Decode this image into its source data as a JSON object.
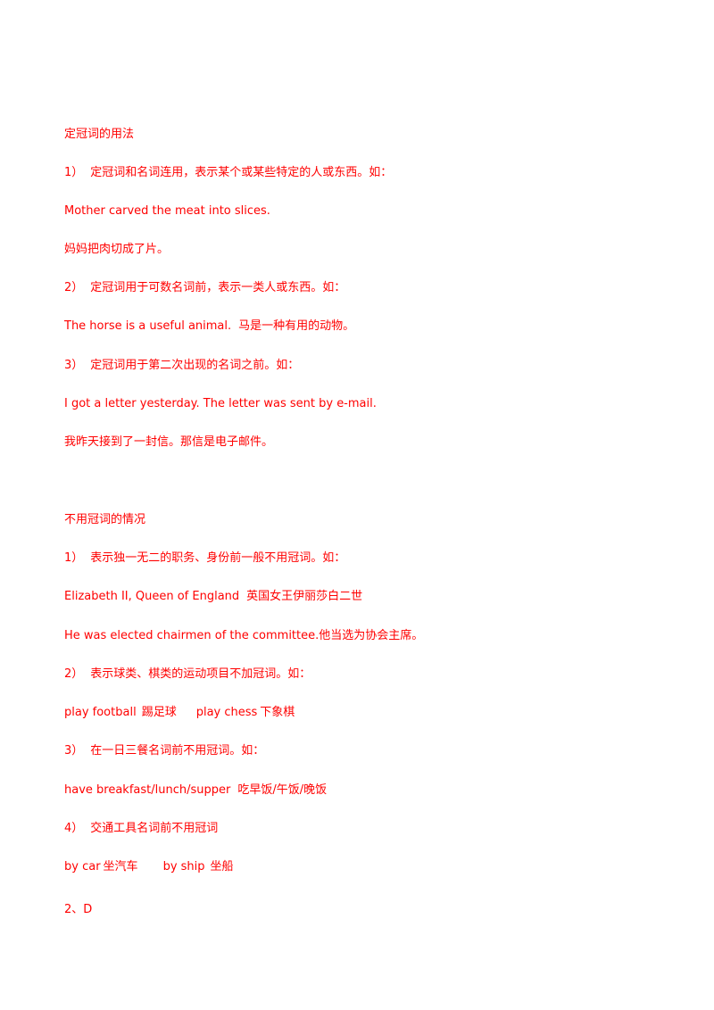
{
  "document": {
    "heading1": "定冠词的用法",
    "s1_item1": {
      "num": "1）",
      "text": "定冠词和名词连用，表示某个或某些特定的人或东西。如："
    },
    "s1_example1_en": "Mother carved the meat into slices.",
    "s1_example1_zh": "妈妈把肉切成了片。",
    "s1_item2": {
      "num": "2）",
      "text": "定冠词用于可数名词前，表示一类人或东西。如："
    },
    "s1_example2_en": "The horse is a useful animal.",
    "s1_example2_zh": "马是一种有用的动物。",
    "s1_item3": {
      "num": "3）",
      "text": "定冠词用于第二次出现的名词之前。如："
    },
    "s1_example3_en": "I got a letter yesterday. The letter was sent by e-mail.",
    "s1_example3_zh": "我昨天接到了一封信。那信是电子邮件。",
    "heading2": "不用冠词的情况",
    "s2_item1": {
      "num": "1）",
      "text": "表示独一无二的职务、身份前一般不用冠词。如："
    },
    "s2_example1a_en": "Elizabeth II, Queen of England",
    "s2_example1a_zh": "英国女王伊丽莎白二世",
    "s2_example1b_en": "He was elected chairmen of the committee.",
    "s2_example1b_zh": "他当选为协会主席。",
    "s2_item2": {
      "num": "2）",
      "text": "表示球类、棋类的运动项目不加冠词。如："
    },
    "s2_example2a_en": "play football",
    "s2_example2a_zh": "踢足球",
    "s2_example2b_en": "play chess",
    "s2_example2b_zh": "下象棋",
    "s2_item3": {
      "num": "3）",
      "text": "在一日三餐名词前不用冠词。如："
    },
    "s2_example3_en": "have breakfast/lunch/supper",
    "s2_example3_zh": "吃早饭/午饭/晚饭",
    "s2_item4": {
      "num": "4）",
      "text": "交通工具名词前不用冠词"
    },
    "s2_example4a_en": "by car",
    "s2_example4a_zh": "坐汽车",
    "s2_example4b_en": "by ship",
    "s2_example4b_zh": "坐船",
    "answer": "2、D"
  },
  "colors": {
    "text": "#ff0000",
    "background": "#ffffff"
  }
}
